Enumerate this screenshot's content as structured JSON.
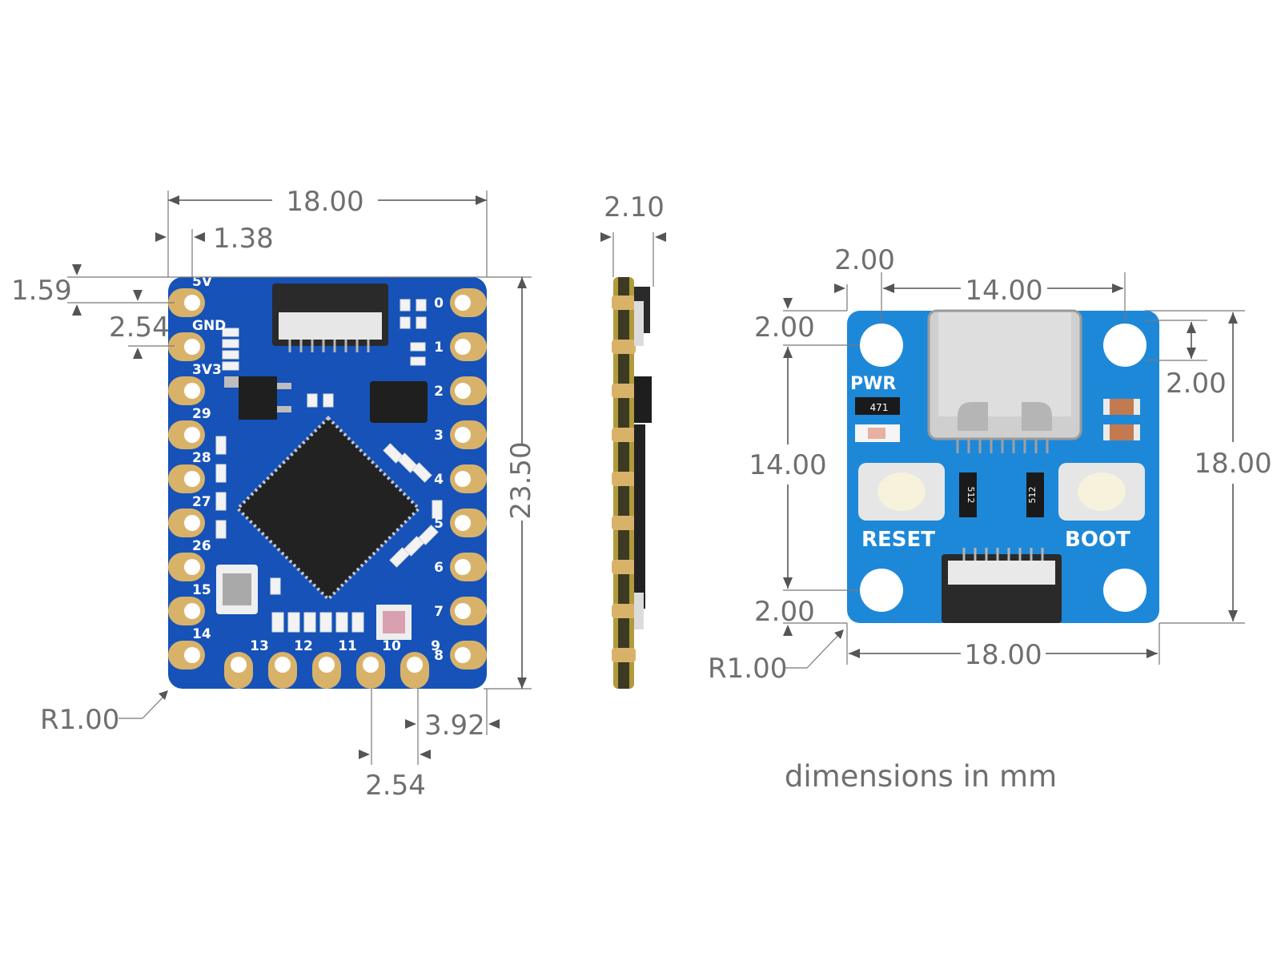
{
  "colors": {
    "pcb": "#1652b8",
    "pcb_light": "#1e88d8",
    "gold": "#d9b26a",
    "dim_text": "#6f6f6f",
    "chip": "#222222"
  },
  "main_board": {
    "dims": {
      "width": "18.00",
      "edge_offset": "1.38",
      "top_offset": "1.59",
      "pin_pitch_left": "2.54",
      "height": "23.50",
      "corner_radius": "R1.00",
      "bottom_right_offset": "3.92",
      "pin_pitch_bottom": "2.54"
    },
    "left_pin_labels": [
      "5V",
      "GND",
      "3V3",
      "29",
      "28",
      "27",
      "26",
      "15",
      "14"
    ],
    "right_pin_labels": [
      "0",
      "1",
      "2",
      "3",
      "4",
      "5",
      "6",
      "7",
      "8"
    ],
    "bottom_pin_labels": [
      "13",
      "12",
      "11",
      "10",
      "9"
    ]
  },
  "side_view": {
    "dims": {
      "thickness": "2.10"
    }
  },
  "adapter_board": {
    "dims": {
      "hole_offset_x": "2.00",
      "hole_spacing_x": "14.00",
      "hole_offset_top": "2.00",
      "hole_offset_right": "2.00",
      "hole_spacing_y": "14.00",
      "height": "18.00",
      "hole_offset_bottom": "2.00",
      "corner_radius": "R1.00",
      "width": "18.00"
    },
    "labels": {
      "pwr": "PWR",
      "reset": "RESET",
      "boot": "BOOT",
      "res_marking": "471",
      "res_marking2": "512"
    }
  },
  "caption": "dimensions in mm"
}
